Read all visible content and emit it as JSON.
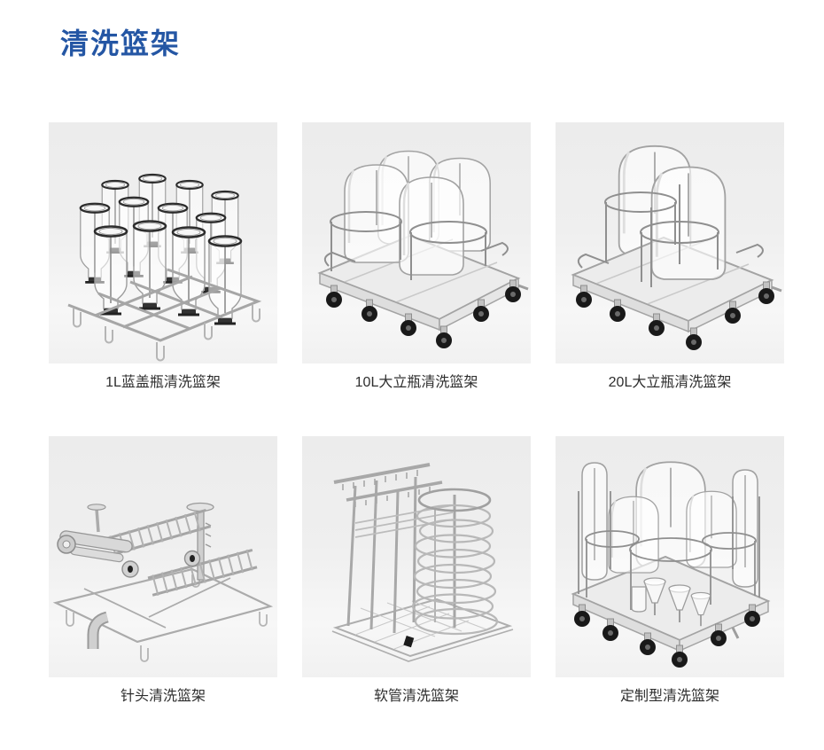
{
  "page": {
    "title": "清洗篮架",
    "title_color": "#2456a4",
    "background_color": "#ffffff",
    "tile_background": "#efefef",
    "caption_color": "#2e2e2e"
  },
  "products": [
    {
      "name": "1L蓝盖瓶清洗篮架",
      "alt": "rack-with-twelve-inverted-1L-blue-cap-bottles"
    },
    {
      "name": "10L大立瓶清洗篮架",
      "alt": "wheeled-cart-with-four-10L-carboys-in-wire-cages"
    },
    {
      "name": "20L大立瓶清洗篮架",
      "alt": "wheeled-cart-with-two-20L-carboys-and-wire-cages"
    },
    {
      "name": "针头清洗篮架",
      "alt": "stainless-manifold-rack-for-needle-cleaning"
    },
    {
      "name": "软管清洗篮架",
      "alt": "tall-rack-with-hanger-bars-and-spiral-hose-coil"
    },
    {
      "name": "定制型清洗篮架",
      "alt": "custom-wheeled-cart-with-assorted-glassware"
    }
  ]
}
